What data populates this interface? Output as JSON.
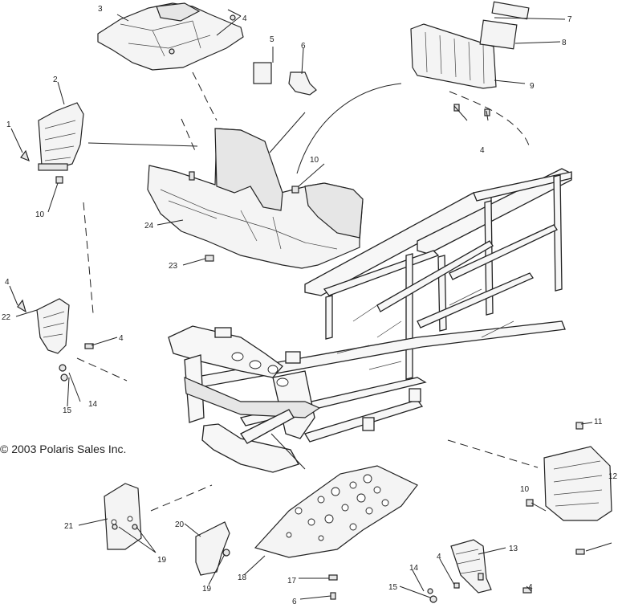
{
  "copyright": "© 2003 Polaris Sales Inc.",
  "callouts": {
    "c1": "1",
    "c2": "2",
    "c3": "3",
    "c4a": "4",
    "c4b": "4",
    "c4c": "4",
    "c4d": "4",
    "c4e": "4",
    "c4f": "4",
    "c5": "5",
    "c6a": "6",
    "c6b": "6",
    "c7": "7",
    "c8": "8",
    "c9": "9",
    "c10a": "10",
    "c10b": "10",
    "c10c": "10",
    "c11": "11",
    "c12": "12",
    "c13": "13",
    "c14a": "14",
    "c14b": "14",
    "c15a": "15",
    "c15b": "15",
    "c17": "17",
    "c18": "18",
    "c19a": "19",
    "c19b": "19",
    "c20": "20",
    "c21": "21",
    "c22": "22",
    "c23": "23",
    "c24": "24"
  }
}
